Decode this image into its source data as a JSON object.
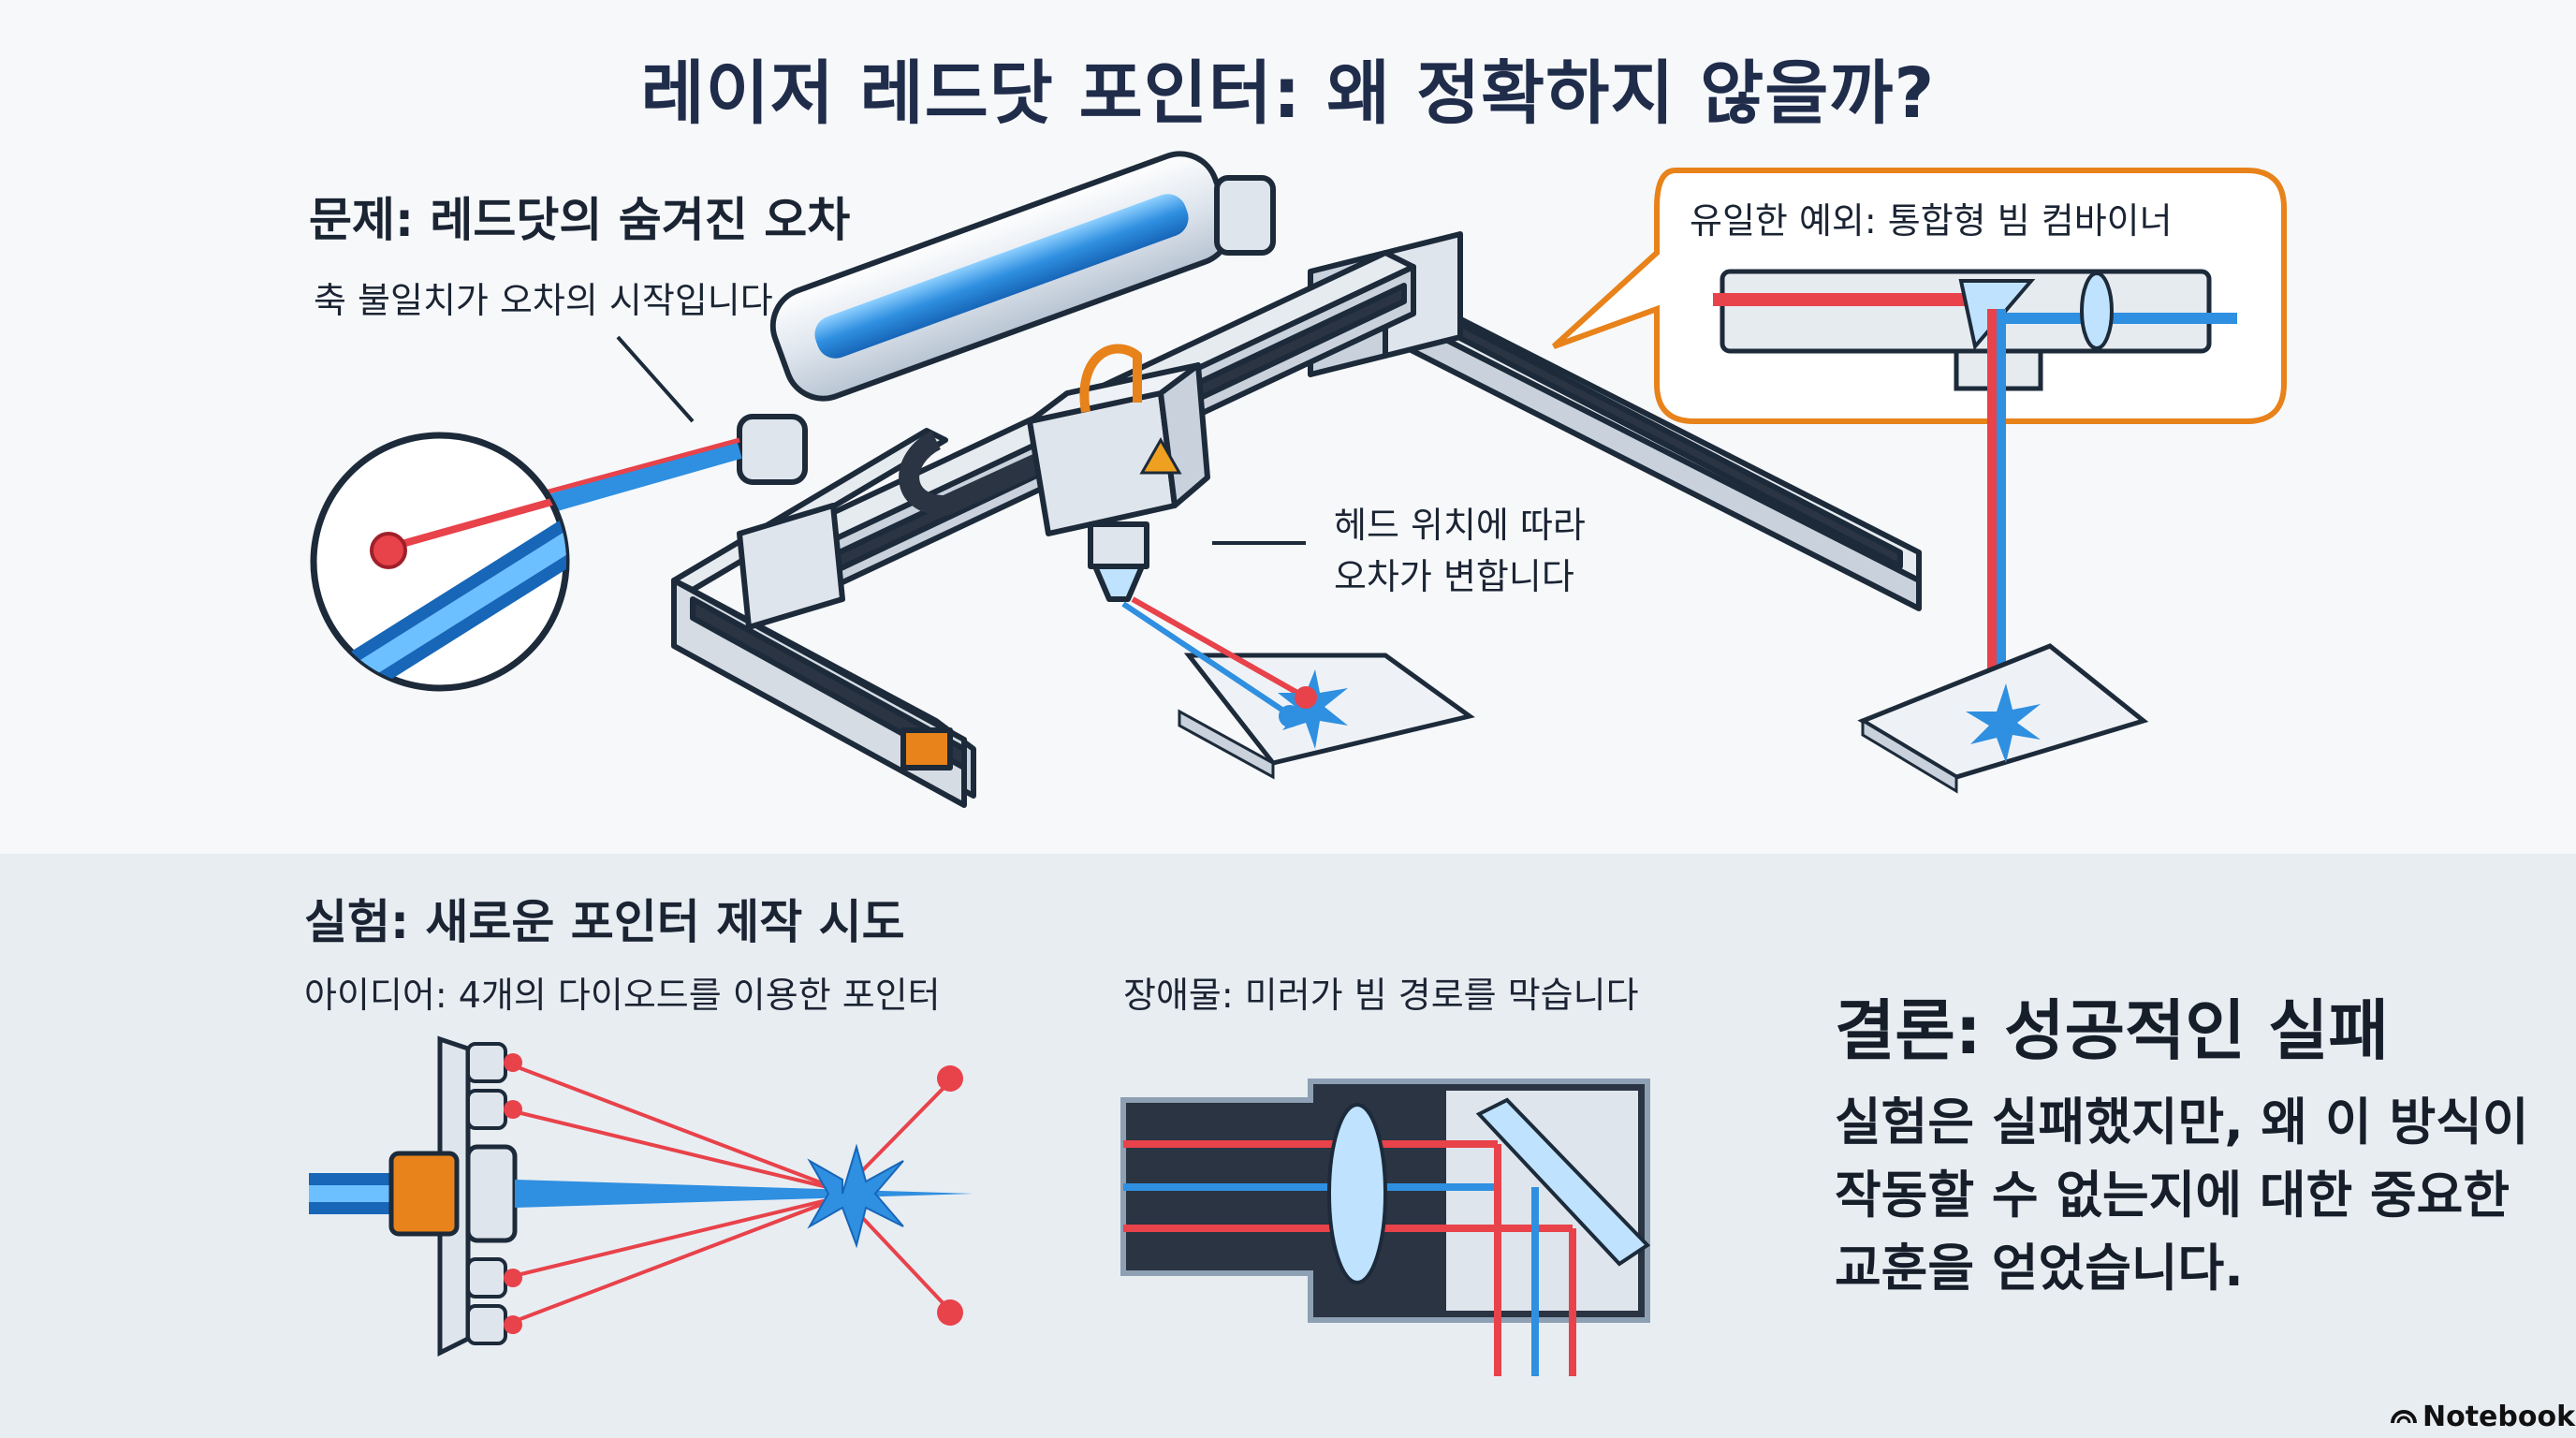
{
  "title": "레이저 레드닷 포인터: 왜 정확하지 않을까?",
  "problem": {
    "heading": "문제: 레드닷의 숨겨진 오차",
    "axis_callout": "축 불일치가 오차의 시작입니다",
    "head_callout_line1": "헤드 위치에 따라",
    "head_callout_line2": "오차가 변합니다"
  },
  "exception": {
    "heading": "유일한 예외: 통합형 빔 컴바이너"
  },
  "experiment": {
    "heading": "실험: 새로운 포인터 제작 시도",
    "idea_label": "아이디어: 4개의 다이오드를 이용한 포인터",
    "obstacle_label": "장애물: 미러가 빔 경로를 막습니다"
  },
  "conclusion": {
    "heading": "결론: 성공적인 실패",
    "body": "실험은 실패했지만, 왜 이 방식이 작동할 수 없는지에 대한 중요한 교훈을 얻었습니다."
  },
  "brand": "NotebookLM",
  "colors": {
    "laser_blue": "#2f8fe0",
    "laser_red": "#e8424a",
    "accent_orange": "#e88a1a",
    "outline": "#1c2a3a"
  },
  "icons": [
    "magnifier-circle",
    "warning-triangle-icon",
    "starburst-icon",
    "notebooklm-logo-icon"
  ]
}
